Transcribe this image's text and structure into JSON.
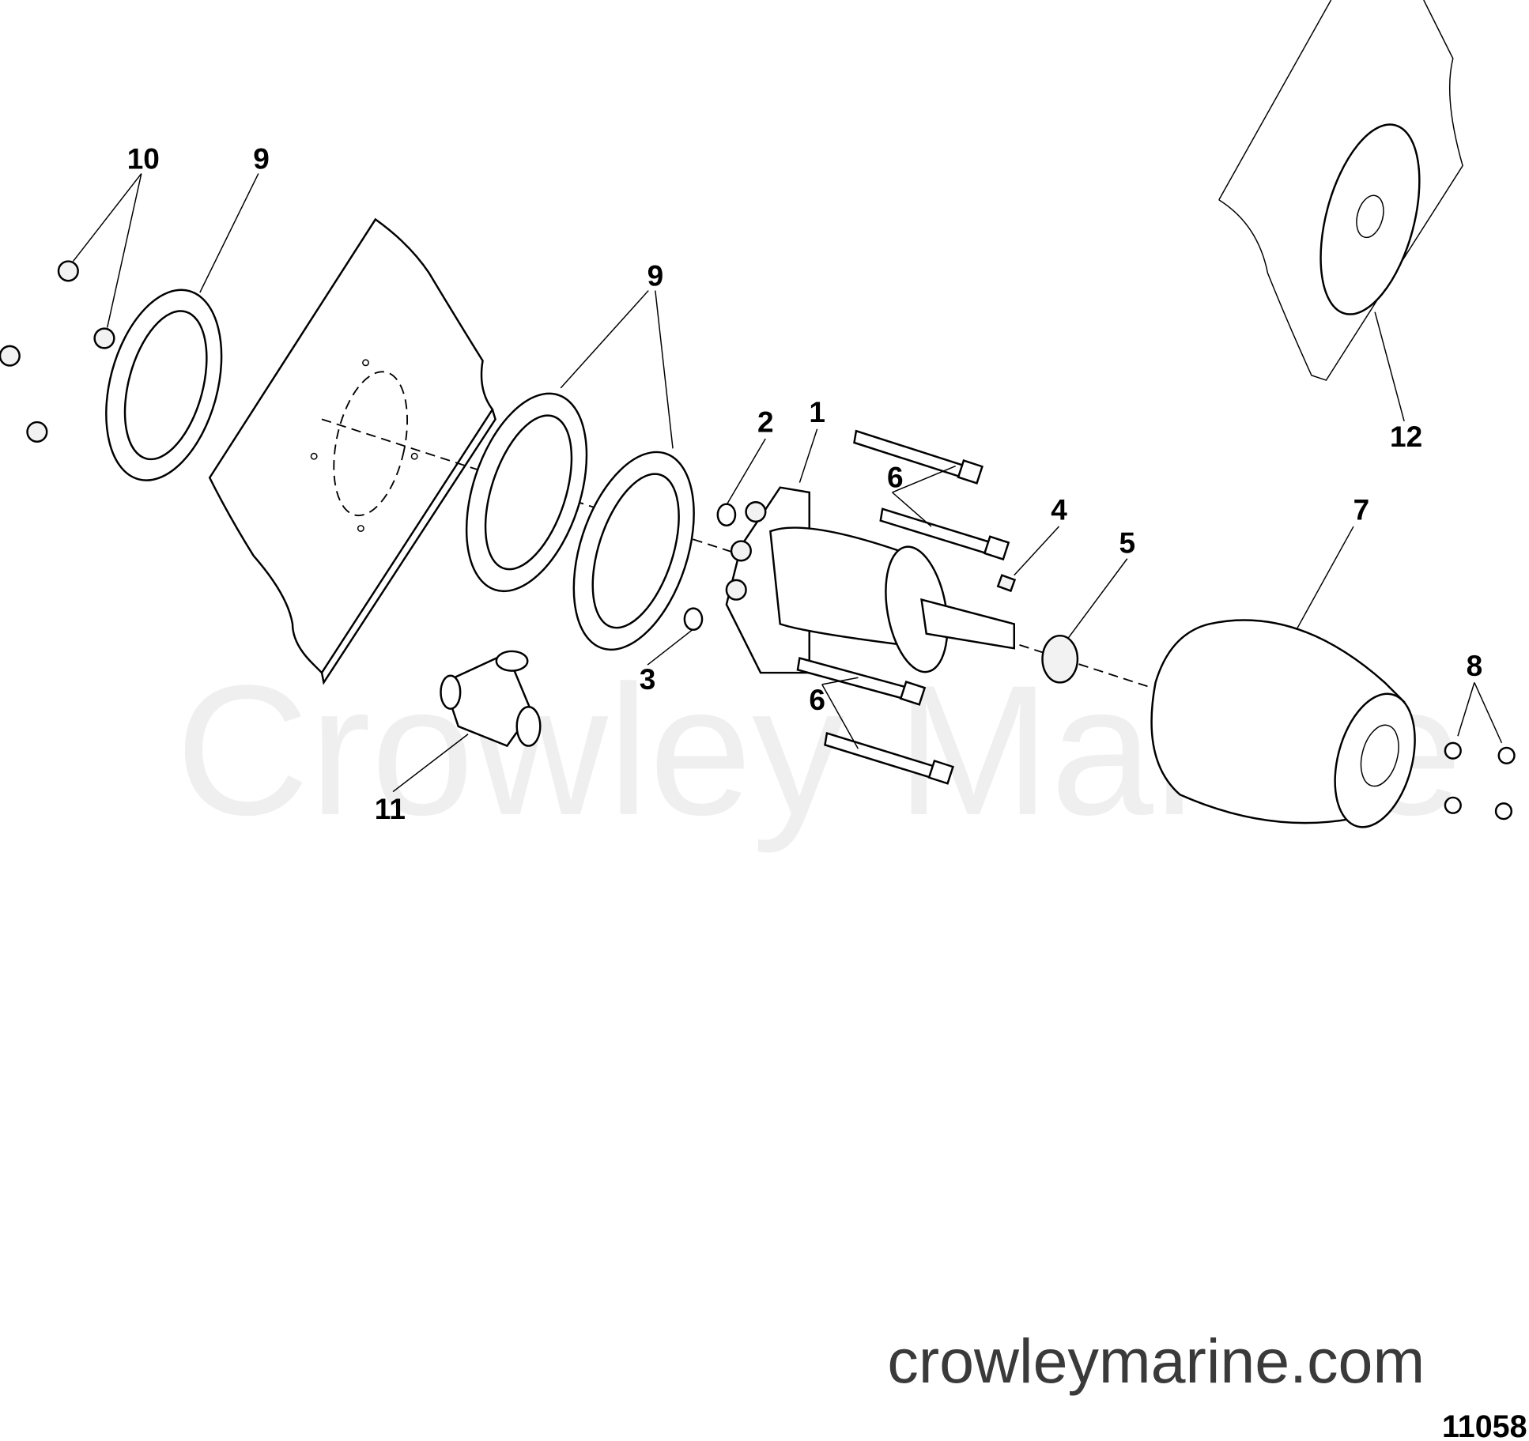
{
  "diagram": {
    "callouts": [
      "1",
      "2",
      "3",
      "4",
      "5",
      "6",
      "6",
      "7",
      "8",
      "9",
      "9",
      "10",
      "11",
      "12"
    ],
    "watermark": "Crowley Marine",
    "website": "crowleymarine.com",
    "figure_number": "11058"
  }
}
